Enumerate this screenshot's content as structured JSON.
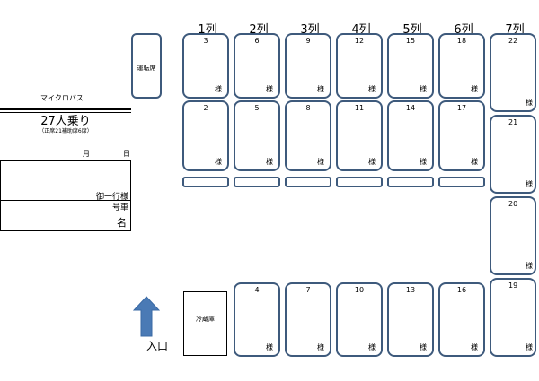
{
  "columns": [
    "1列",
    "2列",
    "3列",
    "4列",
    "5列",
    "6列",
    "7列"
  ],
  "driver_label": "運転席",
  "fridge_label": "冷蔵庫",
  "entrance_label": "入口",
  "seat_suffix": "様",
  "seats": {
    "s3": "3",
    "s6": "6",
    "s9": "9",
    "s12": "12",
    "s15": "15",
    "s18": "18",
    "s22": "22",
    "s2": "2",
    "s5": "5",
    "s8": "8",
    "s11": "11",
    "s14": "14",
    "s17": "17",
    "s21": "21",
    "s20": "20",
    "s4": "4",
    "s7": "7",
    "s10": "10",
    "s13": "13",
    "s16": "16",
    "s19": "19"
  },
  "info": {
    "bus_type": "マイクロバス",
    "capacity": "27人乗り",
    "capacity_note": "（正席21補助席6席）",
    "month": "月",
    "day": "日",
    "party": "御一行様",
    "car_no": "号車",
    "name": "名"
  },
  "colors": {
    "seat_border": "#3e5a7c",
    "arrow": "#4a7ab5"
  }
}
